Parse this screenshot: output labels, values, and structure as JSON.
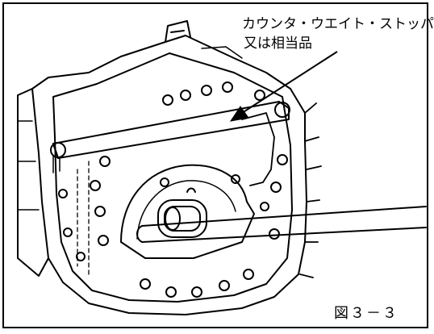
{
  "callout": {
    "line1": "カウンタ・ウエイト・ストッパ",
    "line2": "又は相当品"
  },
  "figure_label": "図３－３",
  "colors": {
    "ink": "#000000",
    "paper": "#ffffff"
  }
}
